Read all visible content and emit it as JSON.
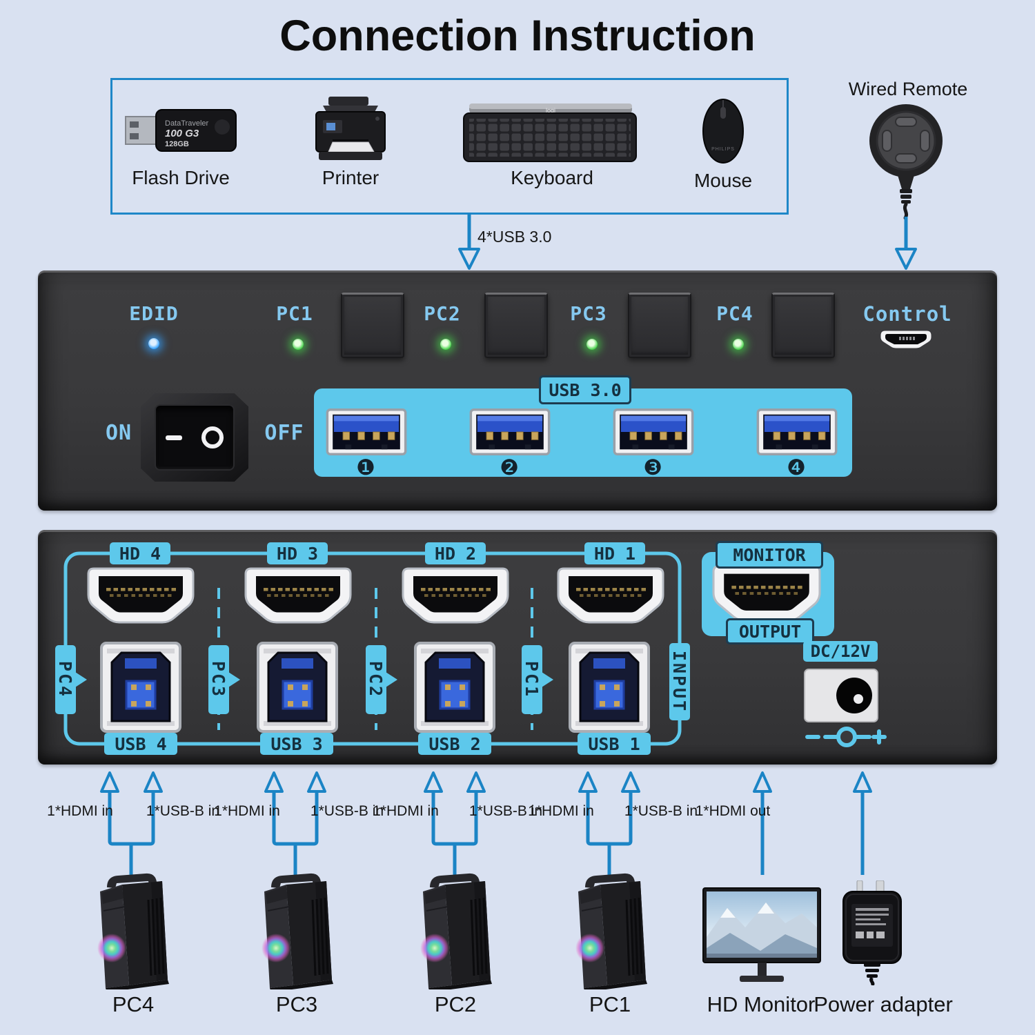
{
  "title": "Connection Instruction",
  "peripherals": {
    "flash_drive": {
      "label": "Flash Drive",
      "brand": "DataTraveler",
      "model": "100 G3",
      "capacity": "128GB"
    },
    "printer": {
      "label": "Printer"
    },
    "keyboard": {
      "label": "Keyboard",
      "brand": "logi"
    },
    "mouse": {
      "label": "Mouse",
      "brand": "PHILIPS"
    }
  },
  "wired_remote": {
    "label": "Wired Remote"
  },
  "notes": {
    "usb_devices": "4*USB 3.0"
  },
  "front_panel": {
    "edid": "EDID",
    "pc": [
      "PC1",
      "PC2",
      "PC3",
      "PC4"
    ],
    "control": "Control",
    "on": "ON",
    "off": "OFF",
    "usb_section": "USB 3.0",
    "port_numbers": [
      "❶",
      "❷",
      "❸",
      "❹"
    ]
  },
  "back_panel": {
    "hd": [
      "HD 4",
      "HD 3",
      "HD 2",
      "HD 1"
    ],
    "usb": [
      "USB 4",
      "USB 3",
      "USB 2",
      "USB 1"
    ],
    "pc": [
      "PC4",
      "PC3",
      "PC2",
      "PC1"
    ],
    "input": "INPUT",
    "monitor": "MONITOR",
    "output": "OUTPUT",
    "dc": "DC/12V"
  },
  "annotations": {
    "hdmi_in": "1*HDMI in",
    "usb_b_in": "1*USB-B in",
    "hdmi_out": "1*HDMI out"
  },
  "devices": {
    "pc4": "PC4",
    "pc3": "PC3",
    "pc2": "PC2",
    "pc1": "PC1",
    "monitor": "HD Monitor",
    "power": "Power adapter"
  },
  "colors": {
    "background": "#d9e1f1",
    "arrow_blue": "#1b84c5",
    "cyan": "#5dc8eb",
    "panel": "#39393b",
    "led_green": "#46d24a",
    "led_blue": "#35a2ff"
  }
}
